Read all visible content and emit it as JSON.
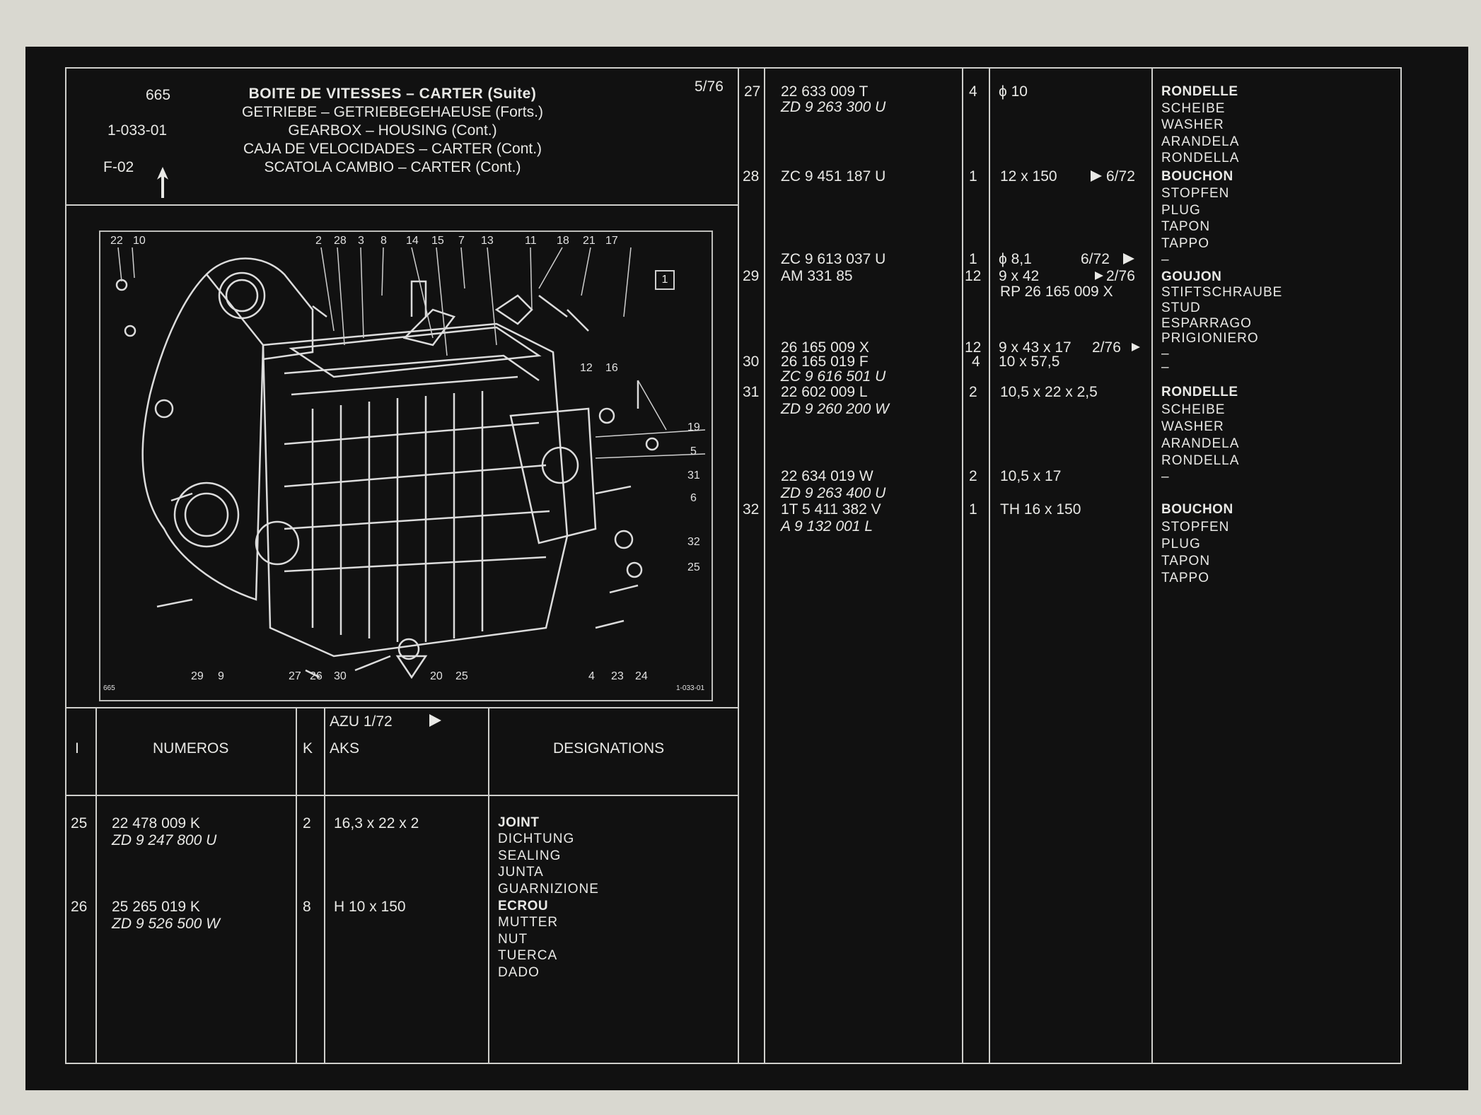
{
  "header": {
    "page_num": "665",
    "ref": "1-033-01",
    "fig": "F-02",
    "date": "5/76",
    "titles": [
      "BOITE DE VITESSES – CARTER (Suite)",
      "GETRIEBE – GETRIEBEGEHAEUSE (Forts.)",
      "GEARBOX – HOUSING (Cont.)",
      "CAJA DE VELOCIDADES – CARTER (Cont.)",
      "SCATOLA CAMBIO – CARTER (Cont.)"
    ]
  },
  "diagram": {
    "top_callouts": [
      "22",
      "10",
      "2",
      "28",
      "3",
      "8",
      "14",
      "15",
      "7",
      "13",
      "11",
      "18",
      "21",
      "17"
    ],
    "mid_callouts": [
      "12",
      "16"
    ],
    "right_callouts": [
      "19",
      "5",
      "31",
      "6",
      "32",
      "25"
    ],
    "bottom_callouts": [
      "29",
      "9",
      "27",
      "26",
      "30",
      "20",
      "25",
      "4",
      "23",
      "24"
    ],
    "box_label": "1",
    "corner_left": "665",
    "corner_right": "1-033-01"
  },
  "columns": {
    "i": "I",
    "numeros": "NUMEROS",
    "k": "K",
    "azu": "AZU  1/72",
    "aks": "AKS",
    "designations": "DESIGNATIONS"
  },
  "left_rows": [
    {
      "i": "25",
      "num1": "22    478 009 K",
      "num2": "ZD 9 247 800 U",
      "k": "2",
      "dim": "16,3 x 22 x 2",
      "des_bold": "JOINT",
      "des": [
        "DICHTUNG",
        "SEALING",
        "JUNTA",
        "GUARNIZIONE"
      ]
    },
    {
      "i": "26",
      "num1": "25    265 019 K",
      "num2": "ZD 9 526 500 W",
      "k": "8",
      "dim": "H 10 x 150",
      "des_bold": "ECROU",
      "des": [
        "MUTTER",
        "NUT",
        "TUERCA",
        "DADO"
      ]
    }
  ],
  "right": {
    "r27": {
      "i": "27",
      "num1": "22    633 009 T",
      "num2": "ZD 9 263 300 U",
      "k": "4",
      "dim": "ϕ 10",
      "des_bold": "RONDELLE",
      "des": [
        "SCHEIBE",
        "WASHER",
        "ARANDELA",
        "RONDELLA"
      ]
    },
    "r28": {
      "i": "28",
      "num1": "ZC 9 451 187 U",
      "k": "1",
      "dim": "12 x 150",
      "date": "6/72",
      "des_bold": "BOUCHON",
      "des": [
        "STOPFEN",
        "PLUG",
        "TAPON",
        "TAPPO"
      ]
    },
    "r29a": {
      "num": "ZC 9 613 037 U",
      "k": "1",
      "dim": "ϕ 8,1",
      "date": "6/72",
      "des": "–"
    },
    "r29": {
      "i": "29",
      "num": "AM   331   85",
      "k": "12",
      "dim": "9 x 42",
      "date": "2/76",
      "num2": "RP 26 165 009 X",
      "des_bold": "GOUJON",
      "des": [
        "STIFTSCHRAUBE",
        "STUD",
        "ESPARRAGO",
        "PRIGIONIERO"
      ]
    },
    "r30a": {
      "num": "26    165  009  X",
      "k": "12",
      "dim": "9 x 43 x 17",
      "date": "2/76",
      "des": "–"
    },
    "r30": {
      "i": "30",
      "num": "26    165  019  F",
      "k": "4",
      "dim": "10 x 57,5",
      "num2": "ZC  9 616 501  U",
      "des": "–"
    },
    "r31": {
      "i": "31",
      "num1": "22    602 009 L",
      "num2": "ZD 9 260 200 W",
      "k": "2",
      "dim": "10,5 x 22 x 2,5",
      "des_bold": "RONDELLE",
      "des": [
        "SCHEIBE",
        "WASHER",
        "ARANDELA",
        "RONDELLA"
      ]
    },
    "r31b": {
      "num1": "22    634 019 W",
      "num2": "ZD 9 263 400 U",
      "k": "2",
      "dim": "10,5 x 17",
      "des": "–"
    },
    "r32": {
      "i": "32",
      "num1": "1T 5 411 382 V",
      "num2": "A   9 132 001 L",
      "k": "1",
      "dim": "TH 16 x 150",
      "des_bold": "BOUCHON",
      "des": [
        "STOPFEN",
        "PLUG",
        "TAPON",
        "TAPPO"
      ]
    }
  },
  "colors": {
    "background": "#111111",
    "lines": "#cfcfcc",
    "text": "#e9e9e6",
    "paper": "#d9d8d0"
  }
}
